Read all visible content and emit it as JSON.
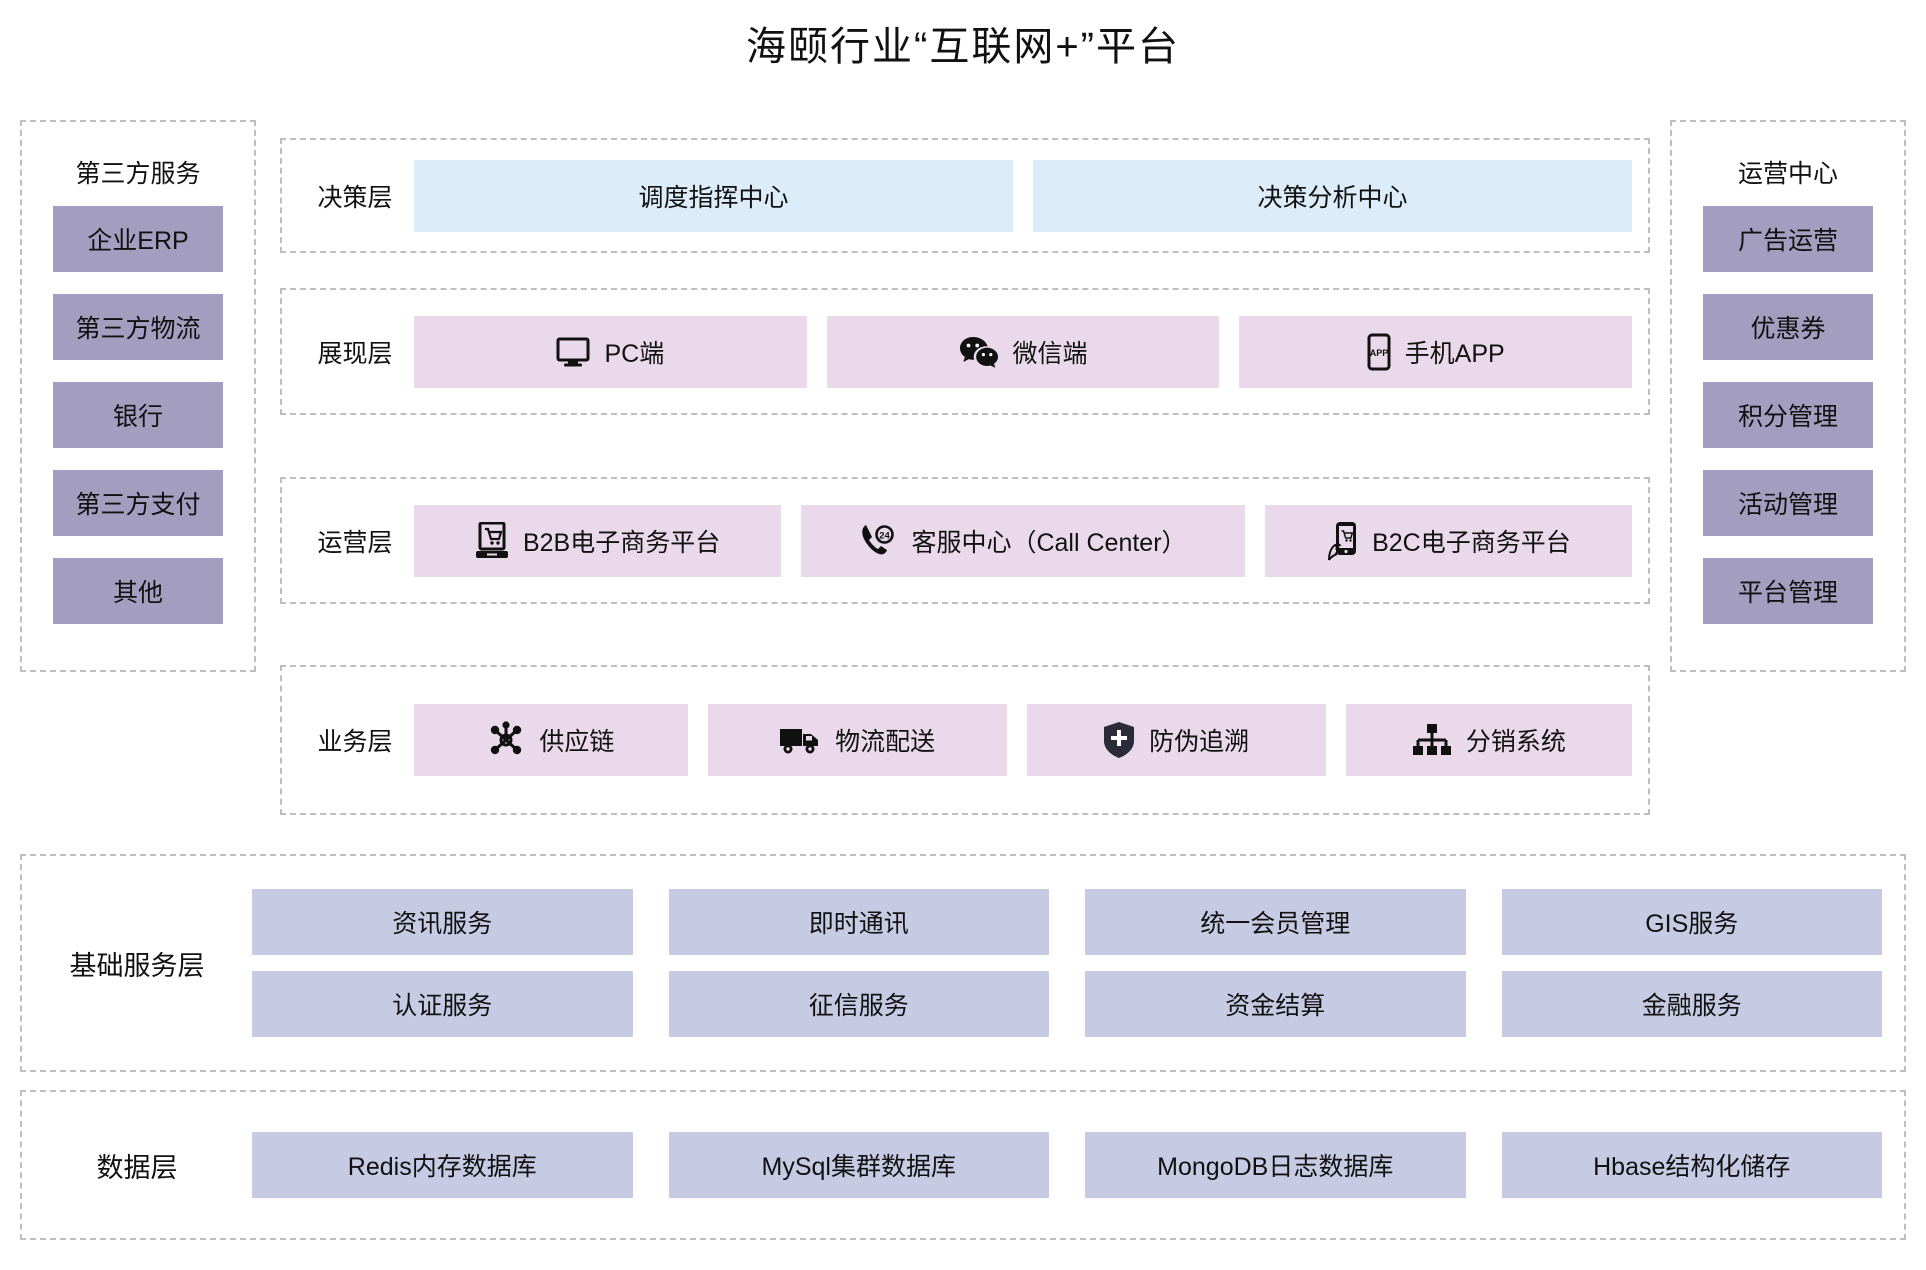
{
  "title": "海颐行业“互联网+”平台",
  "colors": {
    "decision_box": "#dcedf9",
    "lilac_box": "#ead9ea",
    "side_box": "#a39dbf",
    "service_box": "#c6cbe3",
    "frame_border": "#bfbfbf"
  },
  "left_panel": {
    "header": "第三方服务",
    "items": [
      {
        "label": "企业ERP"
      },
      {
        "label": "第三方物流"
      },
      {
        "label": "银行"
      },
      {
        "label": "第三方支付"
      },
      {
        "label": "其他"
      }
    ]
  },
  "right_panel": {
    "header": "运营中心",
    "items": [
      {
        "label": "广告运营"
      },
      {
        "label": "优惠券"
      },
      {
        "label": "积分管理"
      },
      {
        "label": "活动管理"
      },
      {
        "label": "平台管理"
      }
    ]
  },
  "layers": [
    {
      "label": "决策层",
      "style": "blue",
      "cells": [
        {
          "label": "调度指挥中心",
          "icon": null
        },
        {
          "label": "决策分析中心",
          "icon": null
        }
      ]
    },
    {
      "label": "展现层",
      "style": "lilac",
      "cells": [
        {
          "label": "PC端",
          "icon": "monitor-icon"
        },
        {
          "label": "微信端",
          "icon": "wechat-icon"
        },
        {
          "label": "手机APP",
          "icon": "mobile-app-icon"
        }
      ]
    },
    {
      "label": "运营层",
      "style": "lilac",
      "cells": [
        {
          "label": "B2B电子商务平台",
          "icon": "laptop-cart-icon"
        },
        {
          "label": "客服中心（Call Center）",
          "icon": "phone-24-icon"
        },
        {
          "label": "B2C电子商务平台",
          "icon": "mobile-cart-icon"
        }
      ]
    },
    {
      "label": "业务层",
      "style": "lilac",
      "cells": [
        {
          "label": "供应链",
          "icon": "network-nodes-icon"
        },
        {
          "label": "物流配送",
          "icon": "truck-icon"
        },
        {
          "label": "防伪追溯",
          "icon": "shield-plus-icon"
        },
        {
          "label": "分销系统",
          "icon": "hierarchy-icon"
        }
      ]
    }
  ],
  "base_service_layer": {
    "label": "基础服务层",
    "rows": [
      [
        "资讯服务",
        "即时通讯",
        "统一会员管理",
        "GIS服务"
      ],
      [
        "认证服务",
        "征信服务",
        "资金结算",
        "金融服务"
      ]
    ]
  },
  "data_layer": {
    "label": "数据层",
    "rows": [
      [
        "Redis内存数据库",
        "MySql集群数据库",
        "MongoDB日志数据库",
        "Hbase结构化储存"
      ]
    ]
  }
}
